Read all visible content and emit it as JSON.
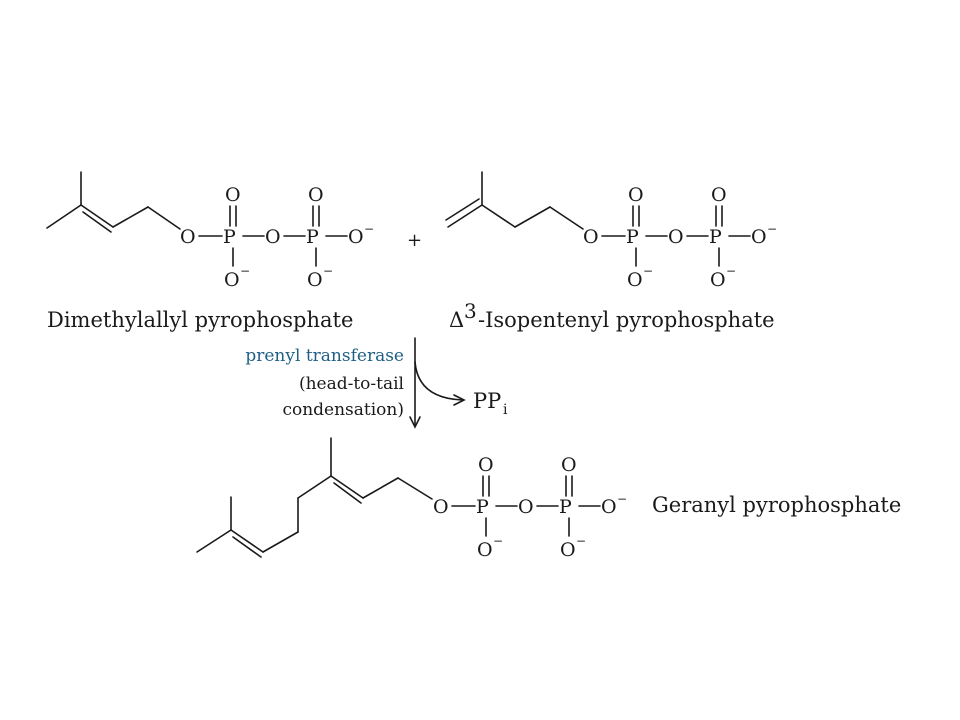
{
  "atoms": {
    "O": "O",
    "P": "P",
    "O_minus": "O",
    "minus": "−"
  },
  "plus_sign": "+",
  "reactant1_name": "Dimethylallyl pyrophosphate",
  "reactant2_name": {
    "delta": "Δ",
    "superscript": "3",
    "rest": "-Isopentenyl pyrophosphate"
  },
  "enzyme": {
    "name": "prenyl transferase",
    "line2": "(head-to-tail",
    "line3": "condensation)",
    "color": "#1f5f86"
  },
  "byproduct": {
    "main": "PP",
    "subscript": "i"
  },
  "product_name": "Geranyl pyrophosphate"
}
